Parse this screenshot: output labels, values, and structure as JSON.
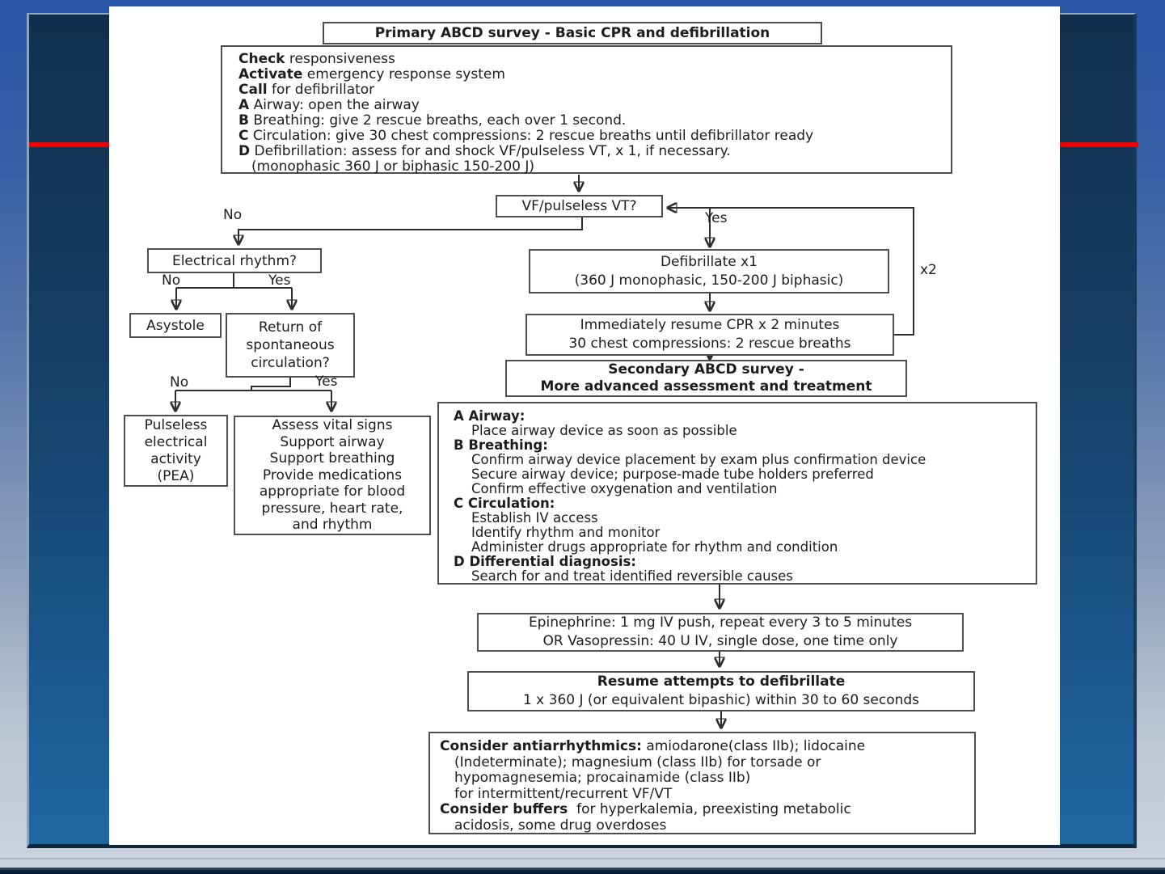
{
  "colors": {
    "accent_line": "#ee0202",
    "background_top": "#2a56a7",
    "background_bottom": "#ccd3dd",
    "panel_top": "#122e4d",
    "panel_bottom": "#1e68a2",
    "box_border": "#4e4e4e",
    "text": "#1d1d1d"
  },
  "flowchart": {
    "primary": {
      "title": "Primary ABCD survey - Basic CPR and defibrillation",
      "lines": [
        {
          "bold": "Check",
          "rest": " responsiveness"
        },
        {
          "bold": "Activate",
          "rest": " emergency response system"
        },
        {
          "bold": "Call",
          "rest": " for defibrillator"
        },
        {
          "bold": "A",
          "rest": " Airway: open the airway"
        },
        {
          "bold": "B",
          "rest": " Breathing: give 2 rescue breaths, each over 1 second."
        },
        {
          "bold": "C",
          "rest": " Circulation: give 30 chest compressions: 2 rescue breaths until defibrillator ready"
        },
        {
          "bold": "D",
          "rest": " Defibrillation: assess for and shock VF/pulseless VT, x 1, if necessary."
        },
        {
          "bold": "",
          "rest": "(monophasic 360 J or biphasic 150-200 J)"
        }
      ]
    },
    "vf_question": "VF/pulseless VT?",
    "labels": {
      "no1": "No",
      "yes1": "Yes",
      "no2": "No",
      "yes2": "Yes",
      "no3": "No",
      "yes3": "Yes",
      "x2": "x2"
    },
    "electrical_rhythm": "Electrical rhythm?",
    "asystole": "Asystole",
    "rosc": "Return of\nspontaneous\ncirculation?",
    "pea": "Pulseless\nelectrical\nactivity\n(PEA)",
    "assess": "Assess vital signs\nSupport airway\nSupport breathing\nProvide medications\nappropriate for blood\npressure, heart rate,\nand rhythm",
    "defibrillate": "Defibrillate x1\n(360 J monophasic, 150-200 J biphasic)",
    "resume_cpr": "Immediately resume CPR x 2 minutes\n30 chest compressions: 2 rescue breaths",
    "secondary": {
      "title": "Secondary ABCD survey -\nMore advanced assessment and treatment",
      "lines": [
        {
          "bold": "A Airway:",
          "rest": ""
        },
        {
          "bold": "",
          "rest": "Place airway device as soon as possible"
        },
        {
          "bold": "B Breathing:",
          "rest": ""
        },
        {
          "bold": "",
          "rest": "Confirm airway device placement by exam plus confirmation device"
        },
        {
          "bold": "",
          "rest": "Secure airway device; purpose-made tube holders preferred"
        },
        {
          "bold": "",
          "rest": "Confirm effective oxygenation and ventilation"
        },
        {
          "bold": "C Circulation:",
          "rest": ""
        },
        {
          "bold": "",
          "rest": "Establish IV access"
        },
        {
          "bold": "",
          "rest": "Identify rhythm and monitor"
        },
        {
          "bold": "",
          "rest": "Administer drugs appropriate for rhythm and condition"
        },
        {
          "bold": "D Differential diagnosis:",
          "rest": ""
        },
        {
          "bold": "",
          "rest": "Search for and treat identified reversible causes"
        }
      ]
    },
    "epinephrine": "Epinephrine: 1 mg IV push, repeat every 3 to 5 minutes\nOR  Vasopressin: 40 U IV, single dose, one time only",
    "resume_defib": {
      "title": "Resume attempts to defibrillate",
      "line": "1 x 360 J (or equivalent bipashic) within 30 to 60 seconds"
    },
    "consider": {
      "lines": [
        {
          "bold": "Consider antiarrhythmics:",
          "rest": " amiodarone(class IIb); lidocaine"
        },
        {
          "bold": "",
          "rest": "(Indeterminate); magnesium (class IIb) for torsade or"
        },
        {
          "bold": "",
          "rest": "hypomagnesemia; procainamide (class IIb)"
        },
        {
          "bold": "",
          "rest": "for intermittent/recurrent VF/VT"
        },
        {
          "bold": "Consider buffers",
          "rest": "  for hyperkalemia, preexisting metabolic"
        },
        {
          "bold": "",
          "rest": "acidosis, some drug overdoses"
        }
      ]
    }
  }
}
